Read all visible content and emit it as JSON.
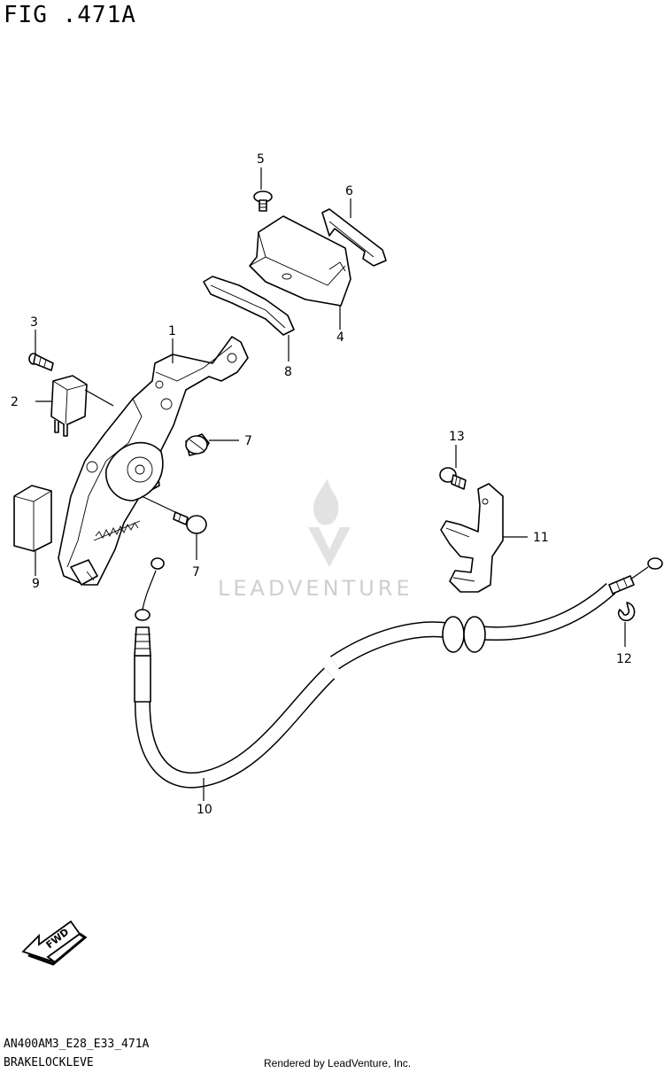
{
  "header": {
    "figure_title": "FIG .471A"
  },
  "footer": {
    "model_code": "AN400AM3_E28_E33_471A",
    "caption": "BRAKELOCKLEVE",
    "credit": "Rendered by LeadVenture, Inc."
  },
  "watermark": {
    "text": "LEADVENTURE"
  },
  "fwd_arrow": {
    "label": "FWD"
  },
  "callouts": {
    "c1": "1",
    "c2": "2",
    "c3": "3",
    "c4": "4",
    "c5": "5",
    "c6": "6",
    "c7a": "7",
    "c7b": "7",
    "c8": "8",
    "c9": "9",
    "c10": "10",
    "c11": "11",
    "c12": "12",
    "c13": "13"
  },
  "colors": {
    "ink": "#000000",
    "watermark": "#cfcfcf",
    "background": "#ffffff"
  }
}
